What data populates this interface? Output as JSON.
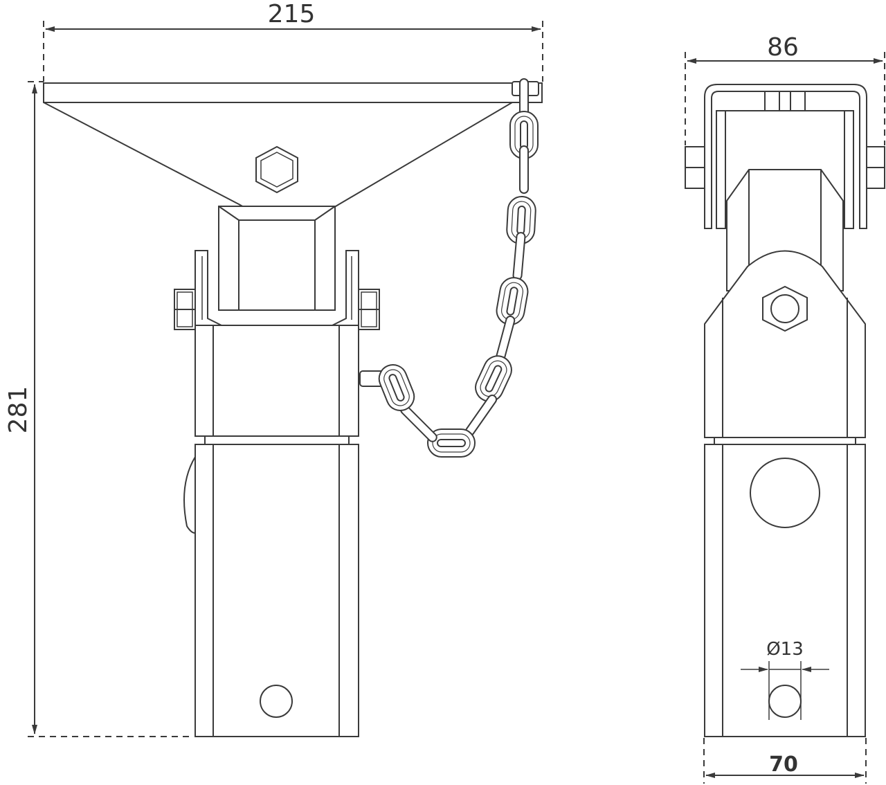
{
  "dimensions": {
    "plate_width": "215",
    "total_height": "281",
    "side_width": "86",
    "tube_width": "70",
    "hole_diameter": "Ø13"
  }
}
